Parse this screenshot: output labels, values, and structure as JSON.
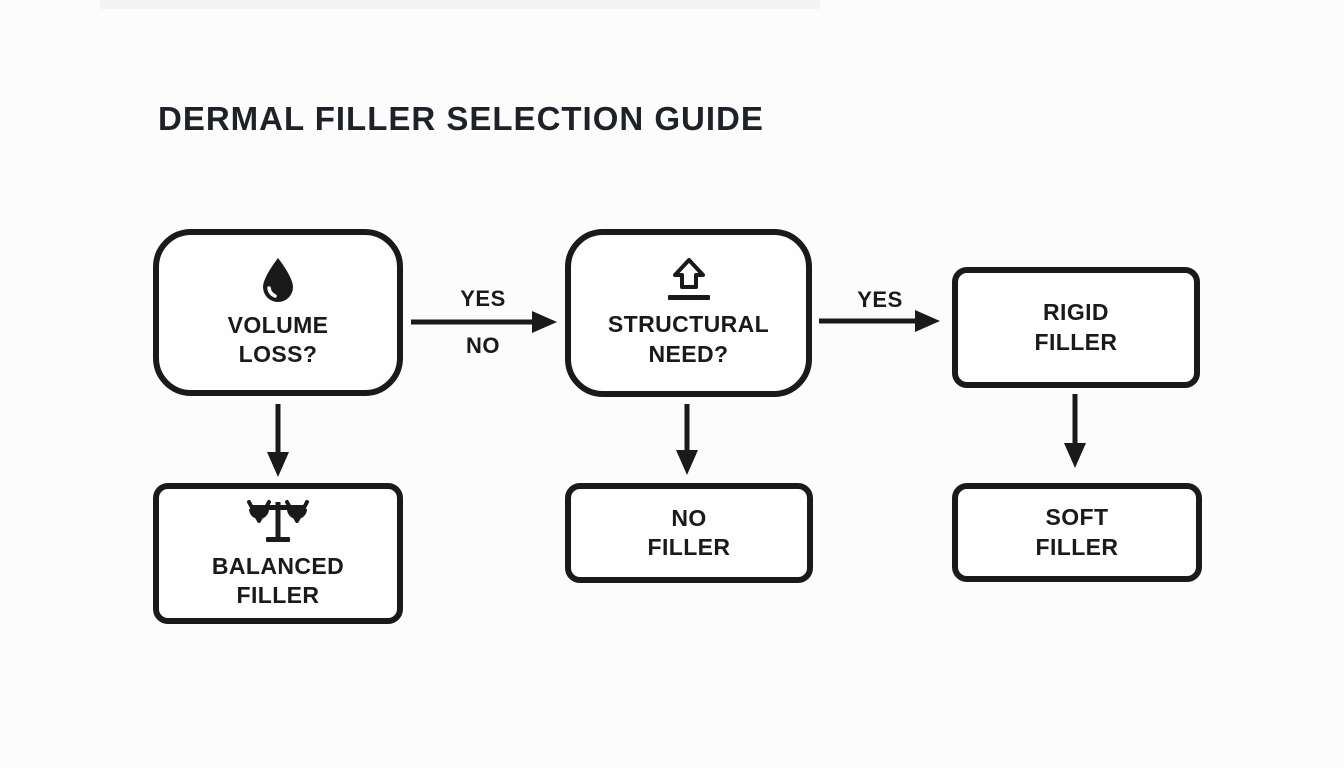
{
  "colors": {
    "ink": "#1a1a1a",
    "background": "#fcfcfc"
  },
  "title": "DERMAL FILLER SELECTION GUIDE",
  "nodes": {
    "volume_loss": {
      "icon": "droplet-icon",
      "lines": [
        "VOLUME",
        "LOSS?"
      ]
    },
    "structural_need": {
      "icon": "up-arrow-icon",
      "lines": [
        "STRUCTURAL",
        "NEED?"
      ]
    },
    "rigid_filler": {
      "icon": "",
      "lines": [
        "RIGID",
        "FILLER"
      ]
    },
    "balanced_filler": {
      "icon": "balance-scale-icon",
      "lines": [
        "BALANCED",
        "FILLER"
      ]
    },
    "no_filler": {
      "icon": "",
      "lines": [
        "NO",
        "FILLER"
      ]
    },
    "soft_filler": {
      "icon": "",
      "lines": [
        "SOFT",
        "FILLER"
      ]
    }
  },
  "edge_labels": {
    "volume_to_structural_top": "YES",
    "volume_to_structural_bottom": "NO",
    "structural_to_rigid_top": "YES"
  }
}
